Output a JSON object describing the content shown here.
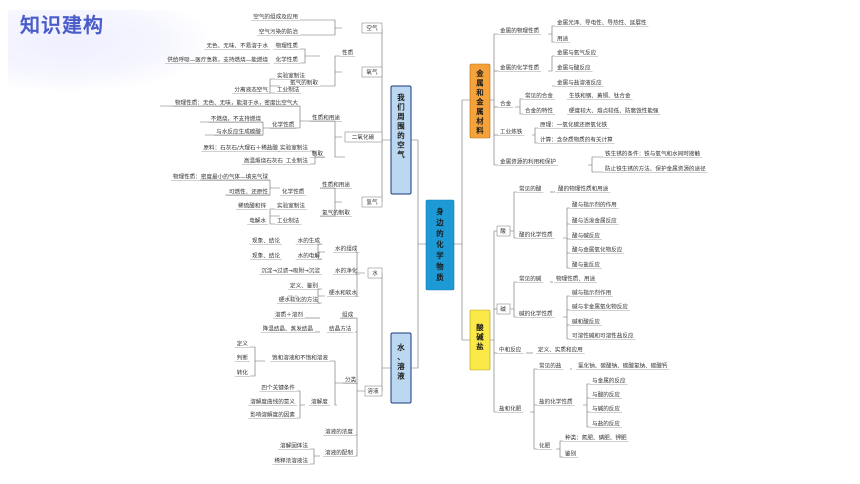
{
  "page_title": "知识建构",
  "center": "身边的化学物质",
  "branches": {
    "air": {
      "title": "我们周围的空气",
      "subs": {
        "air": "空气",
        "oxygen": "氧气",
        "co2": "二氧化碳",
        "hydrogen": "氢气"
      },
      "air_items": [
        "空气的组成及应用",
        "空气污染的防治"
      ],
      "oxygen": {
        "phys_label": "物理性质",
        "phys_value": "无色、无味、不易溶于水",
        "props_label": "性质",
        "chem_label": "化学性质",
        "chem_value": "供给呼吸—医疗急救，支持燃烧—能燃烧",
        "prep_label": "氧气的制取",
        "lab": "实验室制法",
        "industry": "工业制法",
        "industry_value": "分离液态空气"
      },
      "co2": {
        "phys": "物理性质：无色、无味，能溶于水，密度比空气大",
        "props_use": "性质和用途",
        "chem_label": "化学性质",
        "chem_values": [
          "不燃烧，不支持燃烧",
          "与水反应生成碳酸"
        ],
        "prep_label": "制取",
        "lab": "实验室制法",
        "lab_value": "原料：石灰石/大理石＋稀盐酸",
        "industry": "工业制法",
        "industry_value": "高温煅烧石灰石"
      },
      "h2": {
        "phys": "物理性质：密度最小的气体—填充气球",
        "props_use": "性质和用途",
        "chem_label": "化学性质",
        "chem_value": "可燃性、还原性",
        "prep_label": "氢气的制取",
        "lab": "实验室制法",
        "lab_value": "稀硫酸和锌",
        "industry": "工业制法",
        "industry_value": "电解水"
      }
    },
    "water": {
      "title": "水、溶液",
      "subs": {
        "water": "水",
        "solution": "溶液"
      },
      "composition": "水的组成",
      "generation": "水的生成",
      "electrolysis": "水的电解",
      "gen_value": "现象、结论",
      "elec_value": "现象、结论",
      "purify": "水的净化",
      "purify_value": "沉淀→过滤→吸附→沉淀",
      "hard": "硬水和软水",
      "hard_def": "定义、鉴别",
      "hard_soft": "硬水软化的方法",
      "sol_comp": "组成",
      "sol_comp_value": "溶质＋溶剂",
      "cryst": "结晶方法",
      "cryst_value": "降温结晶、蒸发结晶",
      "classify": "分类",
      "sat": "饱和溶液和不饱和溶液",
      "sat_items": [
        "定义",
        "判断",
        "转化"
      ],
      "solubility": "溶解度",
      "solu_items": [
        "四个关键条件",
        "溶解度曲线的意义",
        "影响溶解度的因素"
      ],
      "concentration": "溶液的浓度",
      "prep": "溶液的配制",
      "prep_items": [
        "溶解固体法",
        "稀释浓溶液法"
      ]
    },
    "metal": {
      "title": "金属和金属材料",
      "phys": "金属的物理性质",
      "phys_items": [
        "金属光泽、导电性、导热性、延展性",
        "用途"
      ],
      "chem": "金属的化学性质",
      "chem_items": [
        "金属与氧气反应",
        "金属与酸反应",
        "金属与盐溶液反应"
      ],
      "alloy": "合金",
      "alloy_common": "常见的合金",
      "alloy_common_value": "生铁和钢、黄铜、钛合金",
      "alloy_props": "合金的特性",
      "alloy_props_value": "硬度较大、熔点较低、防腐蚀性能强",
      "smelt": "工业炼铁",
      "smelt_items": [
        "原理：一氧化碳还原氧化铁",
        "计算：含杂质物质的有关计算"
      ],
      "resource": "金属资源的利用和保护",
      "resource_items": [
        "铁生锈的条件：铁与氧气和水同时接触",
        "防止铁生锈的方法、保护金属资源的途径"
      ]
    },
    "acid": {
      "title": "酸碱盐",
      "acid": "酸",
      "common_acid": "常见的酸",
      "common_acid_value": "酸的物理性质和用途",
      "acid_chem": "酸的化学性质",
      "acid_chem_items": [
        "酸与指示剂的作用",
        "酸与活泼金属反应",
        "酸与碱反应",
        "酸与金属氧化物反应",
        "酸与盐反应"
      ],
      "base": "碱",
      "common_base": "常见的碱",
      "common_base_value": "物理性质、用途",
      "base_chem": "碱的化学性质",
      "base_chem_items": [
        "碱与指示剂作用",
        "碱与非金属氧化物反应",
        "碱和酸反应",
        "可溶性碱和可溶性盐反应"
      ],
      "neutral": "中和反应",
      "neutral_value": "定义、实质和应用",
      "salt": "盐和化肥",
      "common_salt": "常见的盐",
      "common_salt_value": "氯化钠、碳酸钠、碳酸氢钠、碳酸钙",
      "salt_chem": "盐的化学性质",
      "salt_chem_items": [
        "与金属的反应",
        "与酸的反应",
        "与碱的反应",
        "与盐的反应"
      ],
      "fert": "化肥",
      "fert_items": [
        "种类：氮肥、磷肥、钾肥",
        "鉴别"
      ]
    }
  },
  "colors": {
    "air_box": "#bcd7f0",
    "water_box": "#bcd7f0",
    "metal_box": "#f5a23a",
    "acid_box": "#fbe94a",
    "center_box": "#1d9ad6",
    "title": "#4a5cc8"
  }
}
